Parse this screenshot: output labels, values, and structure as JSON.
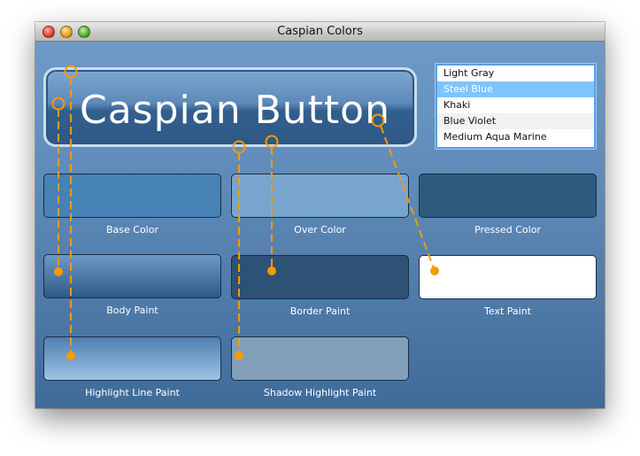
{
  "window": {
    "title": "Caspian Colors"
  },
  "caspian_button": {
    "label": "Caspian Button"
  },
  "color_list": {
    "items": [
      {
        "label": "Light Gray",
        "selected": false
      },
      {
        "label": "Steel Blue",
        "selected": true
      },
      {
        "label": "Khaki",
        "selected": false
      },
      {
        "label": "Blue Violet",
        "selected": false
      },
      {
        "label": "Medium Aqua Marine",
        "selected": false
      }
    ]
  },
  "swatches": {
    "base_color": {
      "label": "Base Color",
      "color": "#4682b4"
    },
    "over_color": {
      "label": "Over Color",
      "color": "#77a5cd"
    },
    "pressed_color": {
      "label": "Pressed Color",
      "color": "#2f5a7f"
    },
    "body_paint": {
      "label": "Body Paint",
      "gradient": [
        "#6e99c4",
        "#2f5a85"
      ]
    },
    "border_paint": {
      "label": "Border Paint",
      "color": "#2d5275"
    },
    "text_paint": {
      "label": "Text Paint",
      "color": "#ffffff"
    },
    "highlight_line_paint": {
      "label": "Highlight Line Paint",
      "gradient": [
        "#4f7fb0",
        "#9fc3e6"
      ]
    },
    "shadow_highlight_paint": {
      "label": "Shadow Highlight Paint",
      "color": "#819fb9"
    }
  },
  "connector_color": "#f59b00"
}
